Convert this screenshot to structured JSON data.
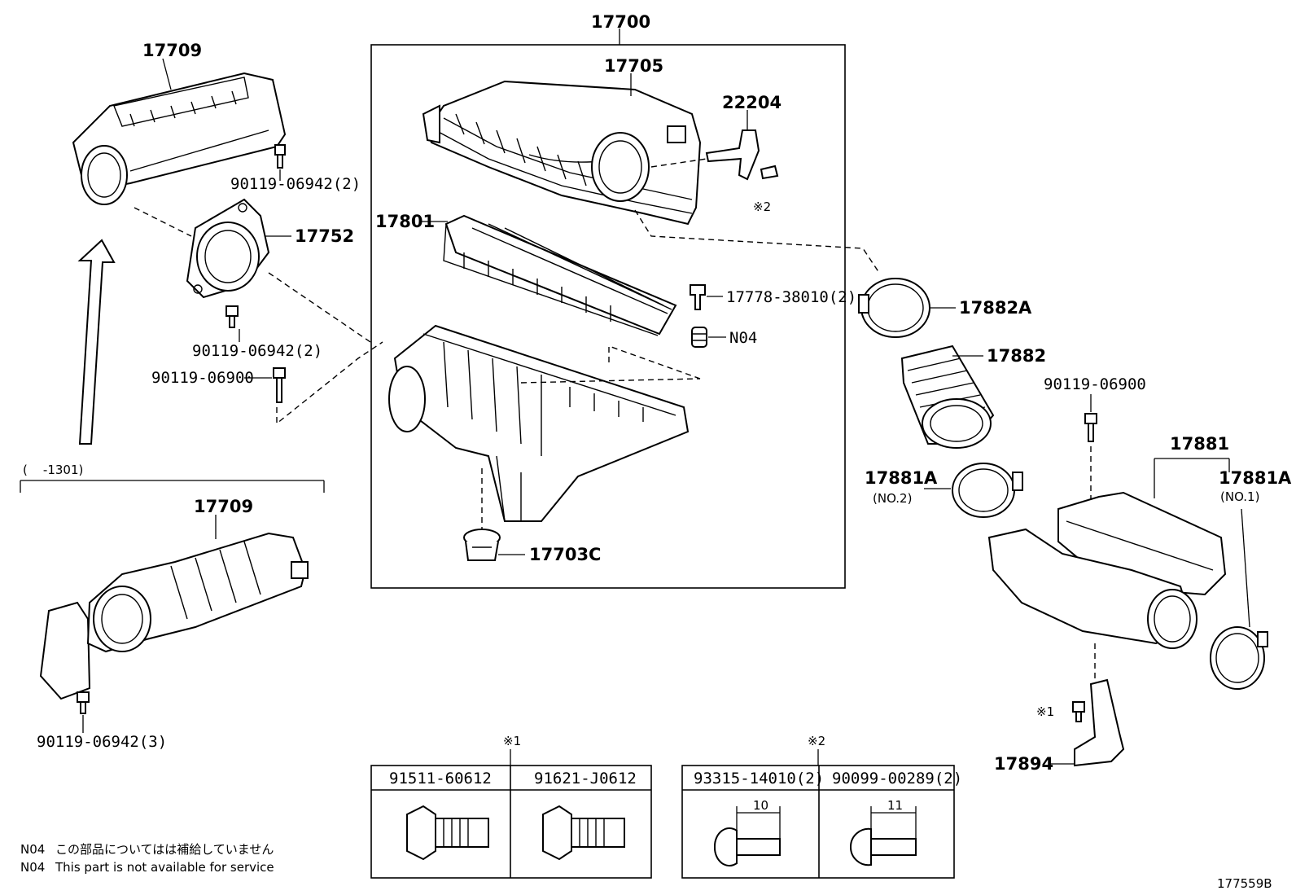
{
  "labels": {
    "p17700": "17700",
    "p17705": "17705",
    "p22204": "22204",
    "p17801": "17801",
    "p17778": "17778-38010(2)",
    "pN04": "N04",
    "p17703C": "17703C",
    "p17709_top": "17709",
    "p90119_06942_2a": "90119-06942(2)",
    "p17752": "17752",
    "p90119_06942_2b": "90119-06942(2)",
    "p90119_06900_left": "90119-06900",
    "range_note": "(    -1301)",
    "p17709_bottom": "17709",
    "p90119_06942_3": "90119-06942(3)",
    "p17882A": "17882A",
    "p17882": "17882",
    "p90119_06900_right": "90119-06900",
    "p17881": "17881",
    "p17881A_no2": "17881A",
    "p17881A_no2_sub": "(NO.2)",
    "p17881A_no1": "17881A",
    "p17881A_no1_sub": "(NO.1)",
    "ref1_right": "※1",
    "p17894": "17894",
    "ref2_near22204": "※2"
  },
  "table1": {
    "marker": "※1",
    "col1": "91511-60612",
    "col2": "91621-J0612"
  },
  "table2": {
    "marker": "※2",
    "col1": "93315-14010(2)",
    "col2": "90099-00289(2)",
    "dim1": "10",
    "dim2": "11"
  },
  "notes": {
    "line1_code": "N04",
    "line1_text": "この部品についてはは補給していません",
    "line2_code": "N04",
    "line2_text": "This part is not available for service"
  },
  "figure_id": "177559B",
  "colors": {
    "ink": "#000000",
    "paper": "#ffffff"
  }
}
